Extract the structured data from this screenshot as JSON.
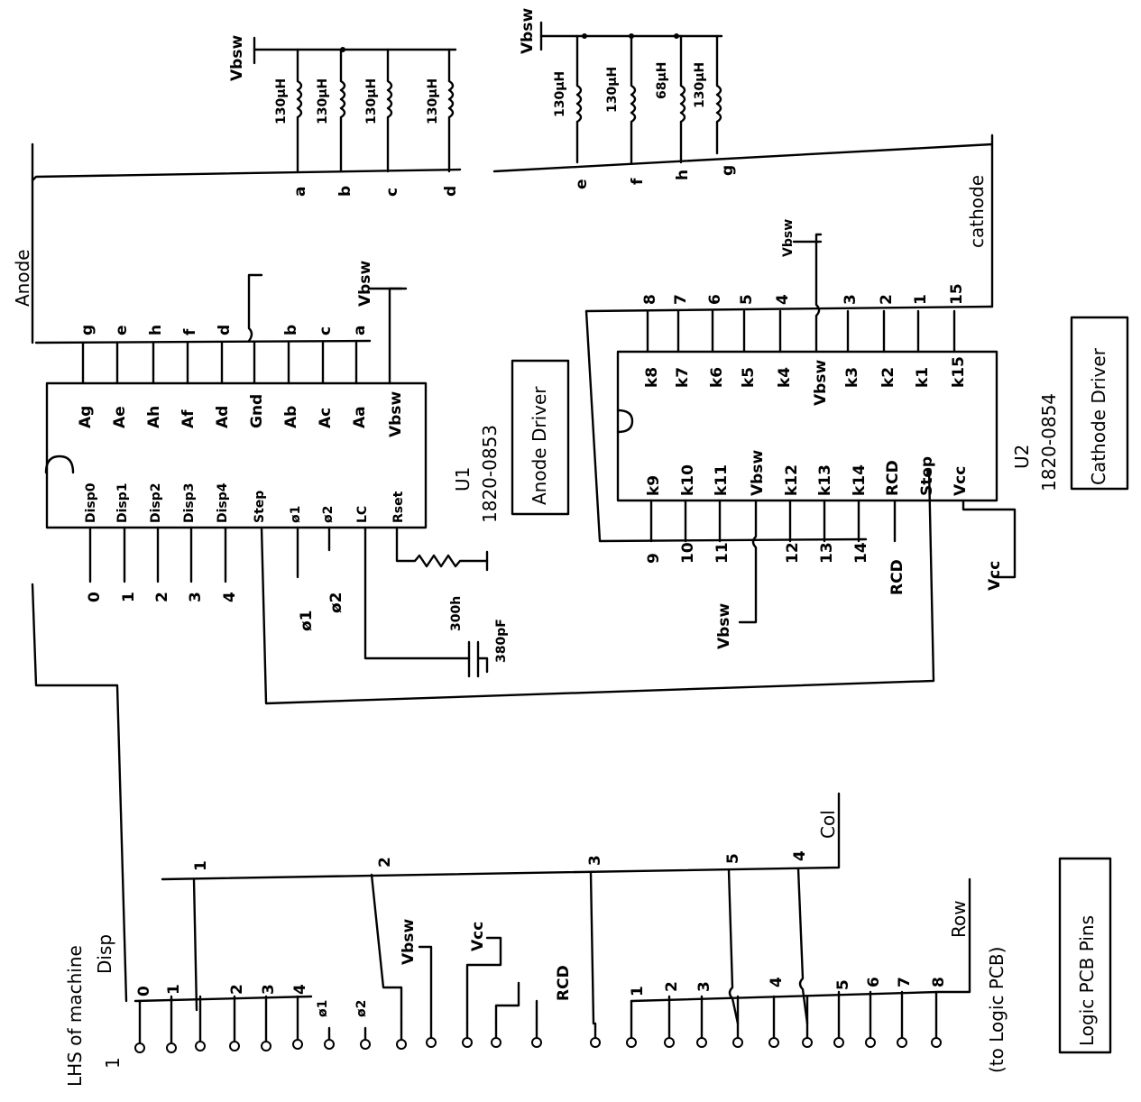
{
  "net_labels": {
    "anode": "Anode",
    "cathode": "cathode",
    "col": "Col",
    "row": "Row",
    "disp": "Disp",
    "lhs": "LHS of machine",
    "to_logic": "(to Logic PCB)",
    "vbsw": "Vbsw",
    "vcc": "Vcc",
    "rcd": "RCD",
    "phi1": "ø1",
    "phi2": "ø2"
  },
  "anode_inductors": {
    "values": [
      "130µH",
      "130µH",
      "130µH",
      "130µH"
    ],
    "segments": [
      "a",
      "b",
      "c",
      "d"
    ]
  },
  "cathode_inductors": {
    "values": [
      "130µH",
      "130µH",
      "68µH",
      "130µH"
    ],
    "segments": [
      "e",
      "f",
      "h",
      "g"
    ]
  },
  "u1": {
    "ref": "U1",
    "part": "1820-0853",
    "title": "Anode Driver",
    "top_pins": [
      "Ag",
      "Ae",
      "Ah",
      "Af",
      "Ad",
      "Gnd",
      "Ab",
      "Ac",
      "Aa",
      "Vbsw"
    ],
    "top_nets": [
      "g",
      "e",
      "h",
      "f",
      "d",
      "b",
      "c",
      "a"
    ],
    "bottom_pins": [
      "Disp0",
      "Disp1",
      "Disp2",
      "Disp3",
      "Disp4",
      "Step",
      "ø1",
      "ø2",
      "LC",
      "Rset"
    ],
    "bottom_nets": [
      "0",
      "1",
      "2",
      "3",
      "4"
    ],
    "resistor": "300h",
    "capacitor": "380pF"
  },
  "u2": {
    "ref": "U2",
    "part": "1820-0854",
    "title": "Cathode Driver",
    "top_pins": [
      "k8",
      "k7",
      "k6",
      "k5",
      "k4",
      "Vbsw",
      "k3",
      "k2",
      "k1",
      "k15"
    ],
    "top_nets": [
      "8",
      "7",
      "6",
      "5",
      "4",
      "3",
      "2",
      "1",
      "15"
    ],
    "bottom_pins": [
      "k9",
      "k10",
      "k11",
      "Vbsw",
      "k12",
      "k13",
      "k14",
      "RCD",
      "Step",
      "Vcc"
    ],
    "bottom_nets": [
      "9",
      "10",
      "11",
      "12",
      "13",
      "14",
      "RCD"
    ]
  },
  "col_bus": [
    "1",
    "2",
    "3",
    "5",
    "4"
  ],
  "connector": {
    "disp_numbers": [
      "0",
      "1",
      "2",
      "3",
      "4"
    ],
    "row_numbers": [
      "1",
      "2",
      "3",
      "4",
      "5",
      "6",
      "7",
      "8"
    ],
    "pin_one": "1"
  },
  "logic_box": "Logic PCB Pins"
}
